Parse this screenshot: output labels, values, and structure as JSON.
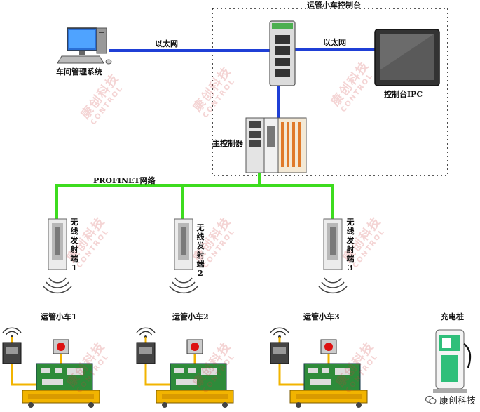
{
  "labels": {
    "console_title": "运管小车控制台",
    "ethernet_left": "以太网",
    "ethernet_right": "以太网",
    "workshop_system": "车间管理系统",
    "console_ipc": "控制台IPC",
    "main_controller": "主控制器",
    "profinet": "PROFINET网络",
    "charger": "充电桩"
  },
  "transmitters": [
    {
      "label": "无线发射端1"
    },
    {
      "label": "无线发射端2"
    },
    {
      "label": "无线发射端3"
    }
  ],
  "carts": [
    {
      "label": "运管小车1"
    },
    {
      "label": "运管小车2"
    },
    {
      "label": "运管小车3"
    }
  ],
  "watermark": {
    "cn": "康创科技",
    "en": "CONTROL"
  },
  "footer": {
    "brand": "康创科技"
  },
  "colors": {
    "ethernet": "#1f3fd6",
    "profinet": "#3ddc1e",
    "cart_base": "#f2b400",
    "pcb": "#2e8b3a"
  }
}
